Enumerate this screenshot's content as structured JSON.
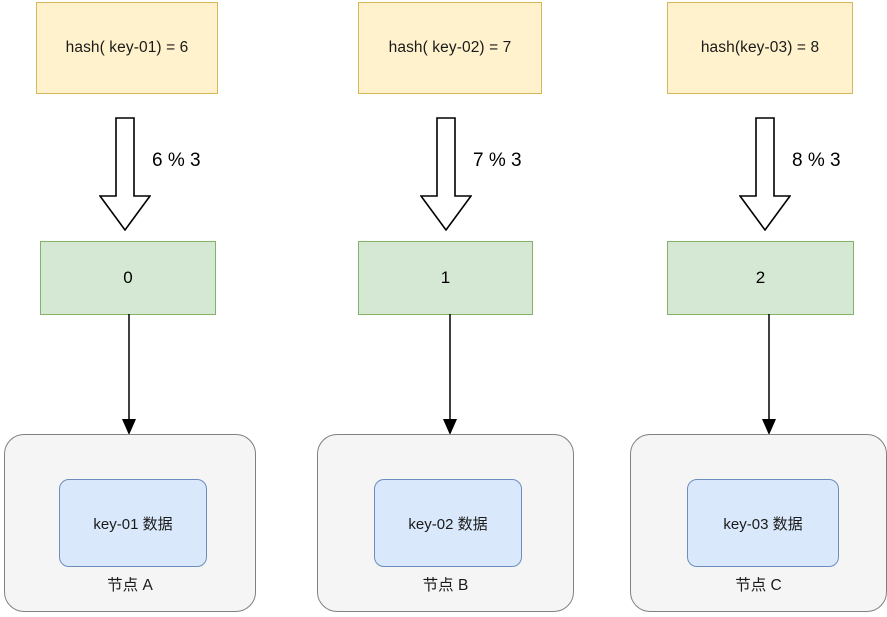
{
  "diagram": {
    "type": "hash-modulo-routing-flow",
    "columns": [
      {
        "hash_expression": "hash( key-01) = 6",
        "arrow_label": "6 % 3",
        "slot_value": "0",
        "data_label": "key-01 数据",
        "node_label": "节点 A"
      },
      {
        "hash_expression": "hash( key-02) = 7",
        "arrow_label": "7 % 3",
        "slot_value": "1",
        "data_label": "key-02 数据",
        "node_label": "节点 B"
      },
      {
        "hash_expression": "hash(key-03) = 8",
        "arrow_label": "8 % 3",
        "slot_value": "2",
        "data_label": "key-03 数据",
        "node_label": "节点 C"
      }
    ],
    "colors": {
      "hash_box_fill": "#fff2cc",
      "hash_box_border": "#d6b656",
      "slot_box_fill": "#d5e8d4",
      "slot_box_border": "#82b366",
      "node_box_fill": "#f5f5f5",
      "node_box_border": "#808080",
      "data_box_fill": "#dae8fc",
      "data_box_border": "#6c8ebf",
      "arrow_stroke": "#000000",
      "background": "#ffffff"
    }
  }
}
